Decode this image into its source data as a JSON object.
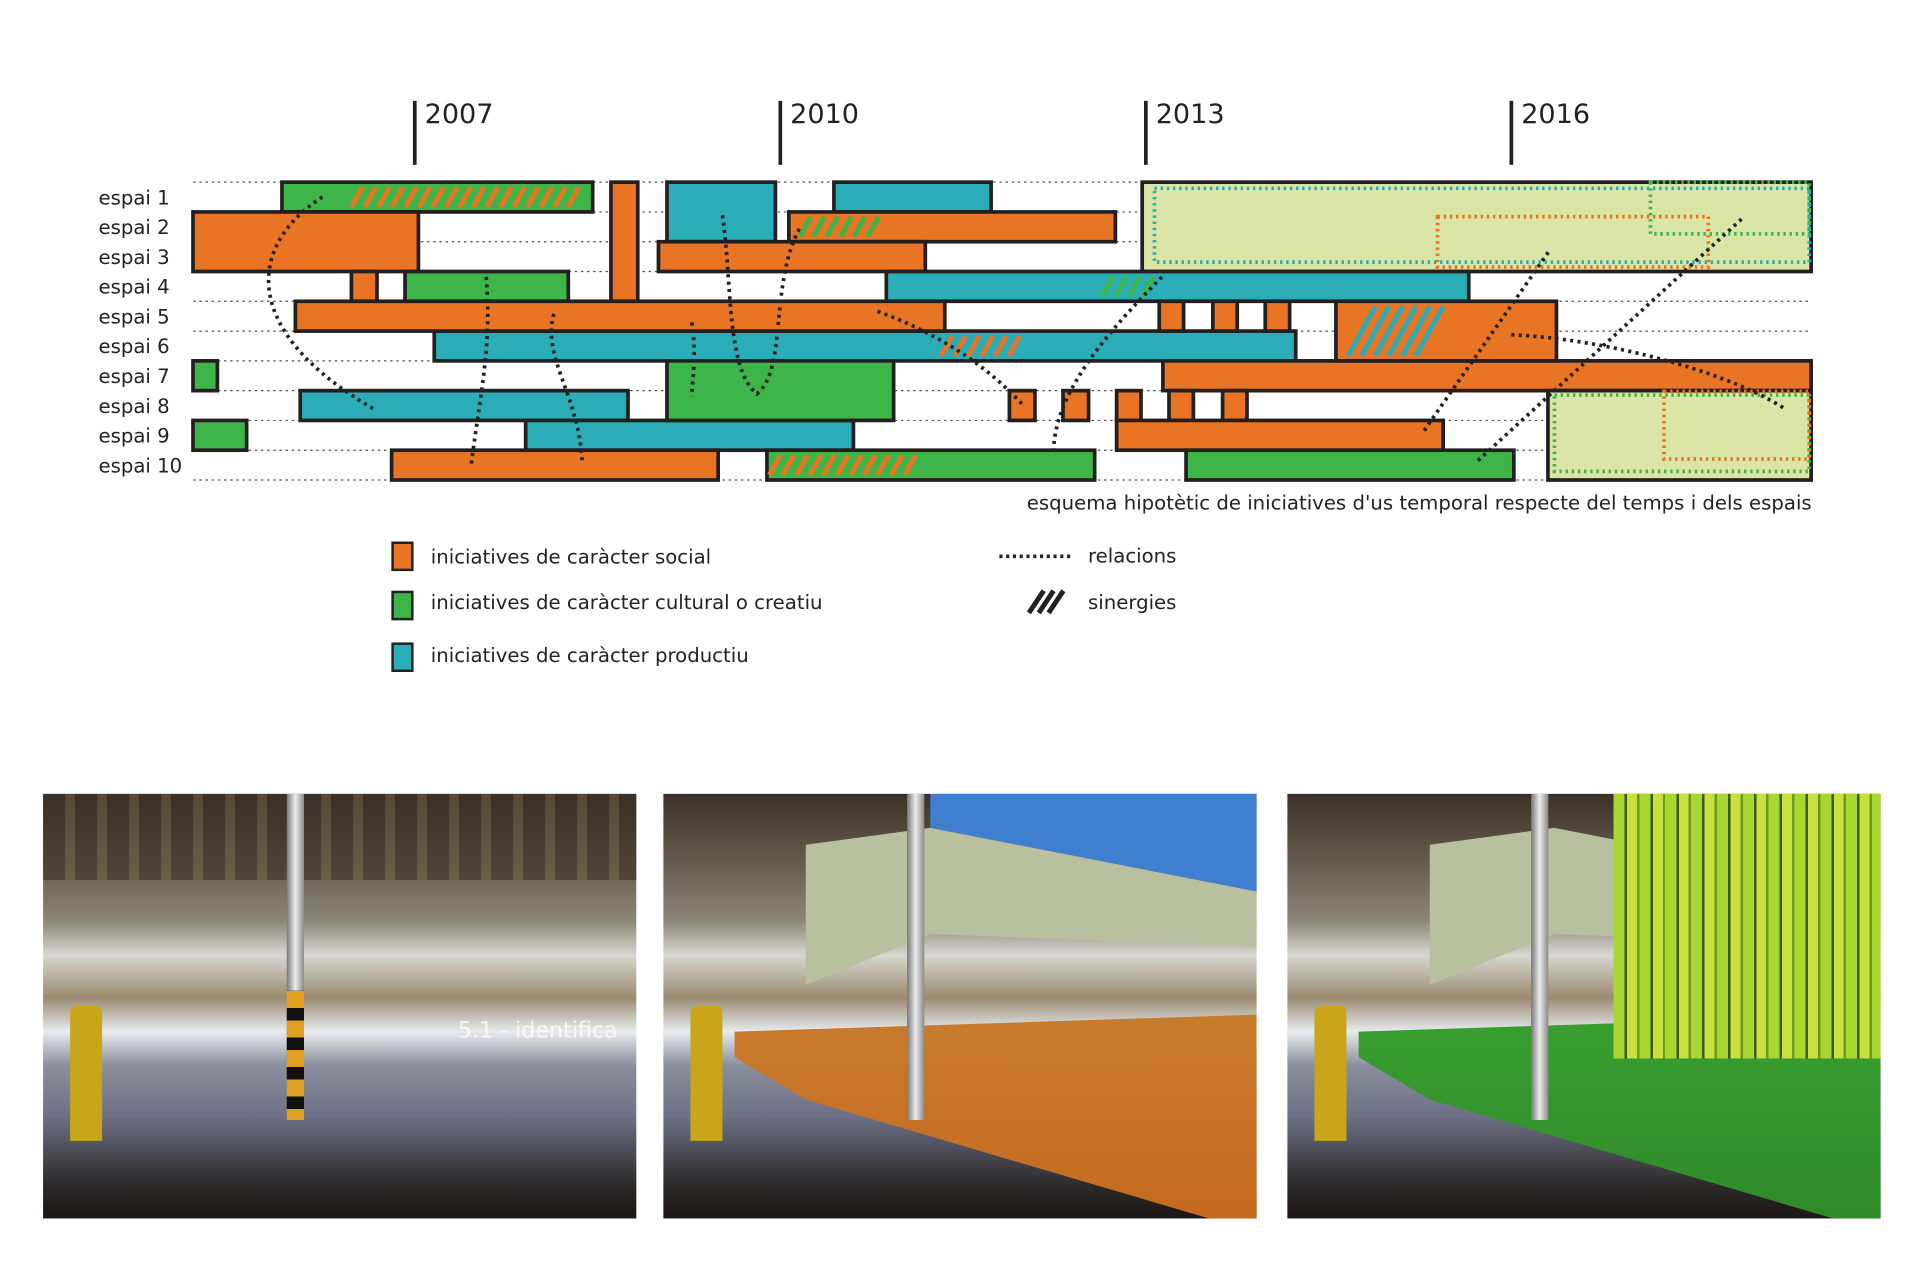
{
  "colors": {
    "social": "#e87424",
    "cultural": "#3db548",
    "productive": "#2badb8",
    "future": "#dbe6a6",
    "relation": "#222222",
    "outline": "#231f20"
  },
  "chart_data": {
    "type": "gantt",
    "title": "esquema hipotètic de iniciatives d'us temporal respecte del temps i dels espais",
    "year_ticks": [
      "2007",
      "2010",
      "2013",
      "2016"
    ],
    "rows": [
      "espai 1",
      "espai 2",
      "espai 3",
      "espai 4",
      "espai 5",
      "espai 6",
      "espai 7",
      "espai 8",
      "espai 9",
      "espai 10"
    ],
    "bars": [
      {
        "row": 1,
        "span": 1,
        "start": 2005.91,
        "end": 2008.46,
        "type": "cultural"
      },
      {
        "row": 1,
        "span": 4,
        "start": 2008.61,
        "end": 2008.83,
        "type": "social"
      },
      {
        "row": 1,
        "span": 2,
        "start": 2009.07,
        "end": 2009.96,
        "type": "productive"
      },
      {
        "row": 1,
        "span": 1,
        "start": 2010.44,
        "end": 2011.73,
        "type": "productive"
      },
      {
        "row": 1,
        "span": 3,
        "start": 2012.97,
        "end": 2018.46,
        "type": "future"
      },
      {
        "row": 2,
        "span": 2,
        "start": 2005.18,
        "end": 2007.03,
        "type": "social"
      },
      {
        "row": 2,
        "span": 1,
        "start": 2010.07,
        "end": 2012.75,
        "type": "social"
      },
      {
        "row": 3,
        "span": 1,
        "start": 2009.0,
        "end": 2011.19,
        "type": "social"
      },
      {
        "row": 4,
        "span": 1,
        "start": 2006.48,
        "end": 2006.69,
        "type": "social"
      },
      {
        "row": 4,
        "span": 1,
        "start": 2006.92,
        "end": 2008.26,
        "type": "cultural"
      },
      {
        "row": 4,
        "span": 1,
        "start": 2010.87,
        "end": 2015.65,
        "type": "productive"
      },
      {
        "row": 6,
        "span": 1,
        "start": 2007.16,
        "end": 2014.23,
        "type": "productive"
      },
      {
        "row": 5,
        "span": 1,
        "start": 2006.02,
        "end": 2011.35,
        "type": "social"
      },
      {
        "row": 5,
        "span": 1,
        "start": 2013.11,
        "end": 2013.31,
        "type": "social"
      },
      {
        "row": 5,
        "span": 1,
        "start": 2013.55,
        "end": 2013.75,
        "type": "social"
      },
      {
        "row": 5,
        "span": 1,
        "start": 2013.98,
        "end": 2014.18,
        "type": "social"
      },
      {
        "row": 7,
        "span": 1,
        "start": 2013.14,
        "end": 2018.46,
        "type": "social"
      },
      {
        "row": 5,
        "span": 2,
        "start": 2014.56,
        "end": 2016.37,
        "type": "social"
      },
      {
        "row": 7,
        "span": 1,
        "start": 2005.18,
        "end": 2005.38,
        "type": "cultural"
      },
      {
        "row": 8,
        "span": 1,
        "start": 2006.06,
        "end": 2008.75,
        "type": "productive"
      },
      {
        "row": 9,
        "span": 1,
        "start": 2007.91,
        "end": 2010.6,
        "type": "productive"
      },
      {
        "row": 7,
        "span": 2,
        "start": 2009.07,
        "end": 2010.93,
        "type": "cultural"
      },
      {
        "row": 8,
        "span": 1,
        "start": 2011.88,
        "end": 2012.09,
        "type": "social"
      },
      {
        "row": 8,
        "span": 1,
        "start": 2012.32,
        "end": 2012.53,
        "type": "social"
      },
      {
        "row": 8,
        "span": 1,
        "start": 2012.76,
        "end": 2012.96,
        "type": "social"
      },
      {
        "row": 8,
        "span": 1,
        "start": 2013.19,
        "end": 2013.39,
        "type": "social"
      },
      {
        "row": 8,
        "span": 1,
        "start": 2013.63,
        "end": 2013.83,
        "type": "social"
      },
      {
        "row": 8,
        "span": 3,
        "start": 2016.3,
        "end": 2018.46,
        "type": "future"
      },
      {
        "row": 9,
        "span": 1,
        "start": 2005.18,
        "end": 2005.62,
        "type": "cultural"
      },
      {
        "row": 9,
        "span": 1,
        "start": 2012.76,
        "end": 2015.44,
        "type": "social"
      },
      {
        "row": 10,
        "span": 1,
        "start": 2006.81,
        "end": 2009.49,
        "type": "social"
      },
      {
        "row": 10,
        "span": 1,
        "start": 2009.89,
        "end": 2012.58,
        "type": "cultural"
      },
      {
        "row": 10,
        "span": 1,
        "start": 2013.33,
        "end": 2016.02,
        "type": "cultural"
      }
    ],
    "synergies": [
      {
        "row": 1,
        "span": 1,
        "start": 2006.48,
        "end": 2008.44,
        "type": "social"
      },
      {
        "row": 2,
        "span": 1,
        "start": 2010.16,
        "end": 2010.82,
        "type": "cultural"
      },
      {
        "row": 4,
        "span": 1,
        "start": 2012.64,
        "end": 2013.14,
        "type": "cultural"
      },
      {
        "row": 6,
        "span": 1,
        "start": 2011.32,
        "end": 2011.98,
        "type": "social"
      },
      {
        "row": 5,
        "span": 2,
        "start": 2014.66,
        "end": 2015.47,
        "type": "productive"
      },
      {
        "row": 10,
        "span": 1,
        "start": 2009.91,
        "end": 2011.17,
        "type": "social"
      }
    ]
  },
  "legend": {
    "items": [
      {
        "label": "iniciatives de caràcter social",
        "type": "social"
      },
      {
        "label": "iniciatives de caràcter cultural o creatiu",
        "type": "cultural"
      },
      {
        "label": "iniciatives de caràcter productiu",
        "type": "productive"
      }
    ],
    "relations_label": "relacions",
    "synergies_label": "sinergies"
  },
  "photos": {
    "caption_overlay": "5.1 - identifica"
  }
}
